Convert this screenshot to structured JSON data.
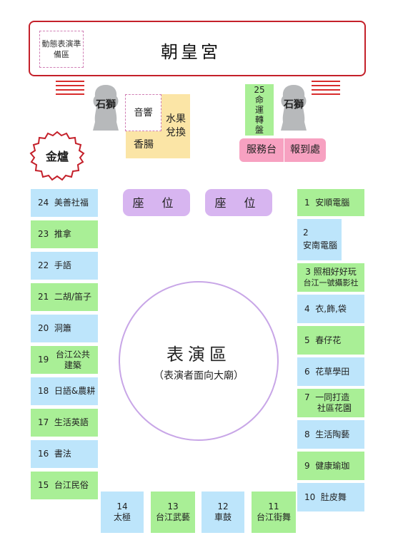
{
  "temple": {
    "title": "朝皇宮",
    "dynamic_area": "動態表演準備區"
  },
  "lions": {
    "left": "石獅",
    "right": "石獅"
  },
  "incense_burner": "金爐",
  "top_booths": {
    "sound": "音響",
    "fruit_exchange": "水果兌換",
    "sausage": "香腸",
    "fortune_wheel": "25命運轉盤",
    "service_desk": "服務台",
    "registration": "報到處"
  },
  "seats": [
    "座 位",
    "座 位"
  ],
  "stage": {
    "title": "表演區",
    "subtitle": "（表演者面向大廟）"
  },
  "left_booths": [
    {
      "num": "24",
      "name": "美善社福"
    },
    {
      "num": "23",
      "name": "推拿"
    },
    {
      "num": "22",
      "name": "手語"
    },
    {
      "num": "21",
      "name": "二胡/笛子"
    },
    {
      "num": "20",
      "name": "洞簫"
    },
    {
      "num": "19",
      "name": "台江公共建築"
    },
    {
      "num": "18",
      "name": "日語&農耕"
    },
    {
      "num": "17",
      "name": "生活英語"
    },
    {
      "num": "16",
      "name": "書法"
    },
    {
      "num": "15",
      "name": "台江民俗"
    }
  ],
  "right_booths": [
    {
      "num": "1",
      "name": "安順電腦"
    },
    {
      "num": "2",
      "name": "安南電腦"
    },
    {
      "num": "3",
      "name": "照相好好玩",
      "sub": "台江一號攝影社"
    },
    {
      "num": "4",
      "name": "衣,飾,袋"
    },
    {
      "num": "5",
      "name": "春仔花"
    },
    {
      "num": "6",
      "name": "花草學田"
    },
    {
      "num": "7",
      "name": "一同打造",
      "sub": "社區花園"
    },
    {
      "num": "8",
      "name": "生活陶藝"
    },
    {
      "num": "9",
      "name": "健康瑜珈"
    },
    {
      "num": "10",
      "name": "肚皮舞"
    }
  ],
  "bottom_booths": [
    {
      "num": "14",
      "name": "太極"
    },
    {
      "num": "13",
      "name": "台江武藝"
    },
    {
      "num": "12",
      "name": "車鼓"
    },
    {
      "num": "11",
      "name": "台江街舞"
    }
  ],
  "colors": {
    "temple_border": "#c4202a",
    "yellow": "#fbe5a6",
    "green": "#a9ef96",
    "blue": "#bde5fb",
    "pink": "#f7a1c1",
    "purple": "#d7b5f0"
  }
}
